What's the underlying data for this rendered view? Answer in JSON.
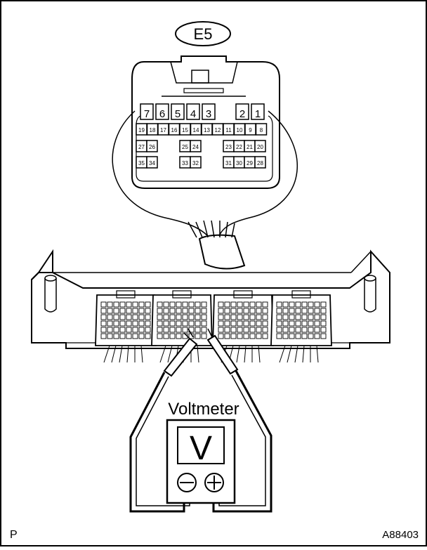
{
  "connector": {
    "label": "E5",
    "top_row": [
      "7",
      "6",
      "5",
      "4",
      "3",
      "2",
      "1"
    ],
    "row2": [
      "19",
      "18",
      "17",
      "16",
      "15",
      "14",
      "13",
      "12",
      "11",
      "10",
      "9",
      "8"
    ],
    "row3_left": [
      "27",
      "26"
    ],
    "row3_mid": [
      "25",
      "24"
    ],
    "row3_right": [
      "23",
      "22",
      "21",
      "20"
    ],
    "row4_left": [
      "35",
      "34"
    ],
    "row4_mid": [
      "33",
      "32"
    ],
    "row4_right": [
      "31",
      "30",
      "29",
      "28"
    ]
  },
  "meter": {
    "label": "Voltmeter",
    "symbol": "V",
    "neg_terminal": "−",
    "pos_terminal": "+"
  },
  "corner_left": "P",
  "figure_code": "A88403"
}
